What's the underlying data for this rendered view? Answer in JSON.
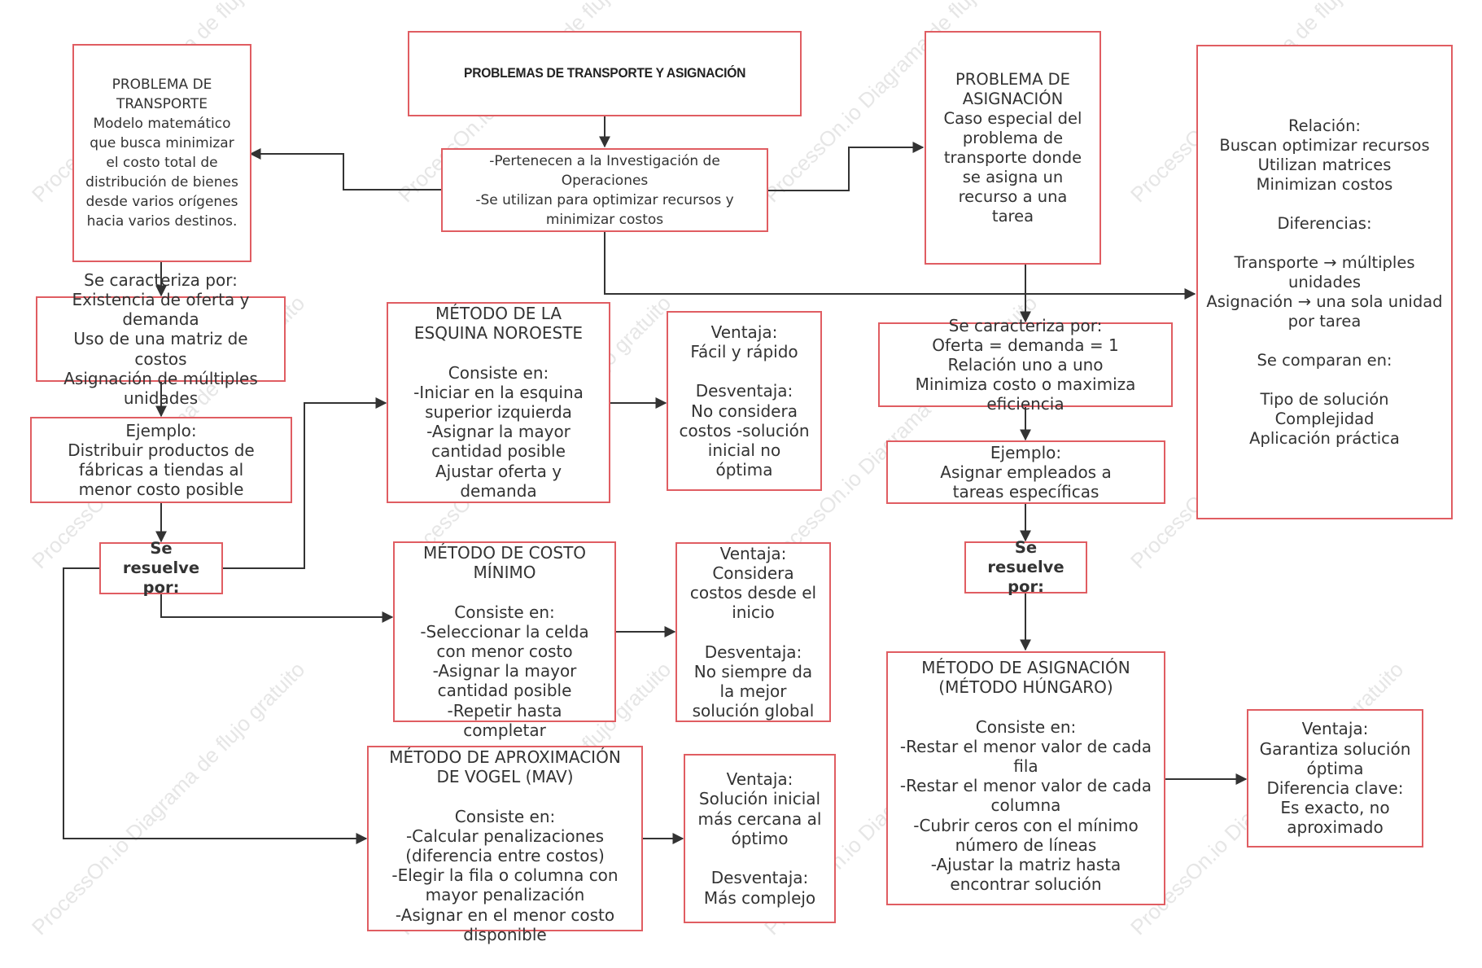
{
  "watermark": "ProcessOn.io Diagrama de flujo gratuito",
  "nodes": {
    "title": "PROBLEMAS DE TRANSPORTE Y ASIGNACIÓN",
    "intro": "-Pertenecen a la Investigación de Operaciones\n-Se utilizan para optimizar recursos y minimizar costos",
    "transport": "PROBLEMA DE TRANSPORTE\nModelo matemático que busca minimizar el costo total de distribución de bienes desde varios orígenes hacia varios destinos.",
    "assignment": "PROBLEMA DE ASIGNACIÓN\nCaso especial del problema de transporte donde se asigna un recurso a una tarea",
    "relation": "Relación:\nBuscan optimizar recursos\nUtilizan matrices\nMinimizan costos\n\nDiferencias:\n\nTransporte → múltiples unidades\nAsignación → una sola unidad por tarea\n\nSe comparan en:\n\nTipo de solución\nComplejidad\nAplicación práctica",
    "transport_traits": "Se caracteriza por:\nExistencia de oferta y demanda\nUso de una matriz de costos\nAsignación de múltiples unidades",
    "transport_example": "Ejemplo:\nDistribuir productos de fábricas a tiendas al menor costo posible",
    "transport_solve": "Se resuelve por:",
    "northwest": "MÉTODO DE LA ESQUINA NOROESTE\n\nConsiste en:\n-Iniciar en la esquina superior izquierda\n-Asignar la mayor cantidad posible\nAjustar oferta y demanda",
    "northwest_pros": "Ventaja:\nFácil y rápido\n\nDesventaja:\nNo considera costos -solución inicial no óptima",
    "mincost": "MÉTODO DE COSTO MÍNIMO\n\nConsiste en:\n-Seleccionar la celda con menor costo\n-Asignar la mayor cantidad posible\n-Repetir hasta completar",
    "mincost_pros": "Ventaja:\nConsidera costos desde el inicio\n\nDesventaja:\nNo siempre da la mejor solución global",
    "vogel": "MÉTODO DE APROXIMACIÓN DE VOGEL (MAV)\n\nConsiste en:\n-Calcular penalizaciones (diferencia entre costos)\n-Elegir la fila o columna con mayor penalización\n-Asignar en el menor costo disponible",
    "vogel_pros": "Ventaja:\nSolución inicial más cercana al óptimo\n\nDesventaja:\nMás complejo",
    "assign_traits": "Se caracteriza por:\nOferta = demanda = 1\nRelación uno a uno\nMinimiza costo o maximiza eficiencia",
    "assign_example": "Ejemplo:\nAsignar empleados a tareas específicas",
    "assign_solve": "Se resuelve por:",
    "hungarian": "MÉTODO DE ASIGNACIÓN (MÉTODO HÚNGARO)\n\nConsiste en:\n-Restar el menor valor de cada fila\n-Restar el menor valor de cada columna\n-Cubrir ceros con el mínimo número de líneas\n-Ajustar la matriz hasta encontrar solución",
    "hungarian_pros": "Ventaja:\nGarantiza solución óptima\nDiferencia clave:\nEs exacto, no aproximado"
  },
  "colors": {
    "border": "#e05d62",
    "line": "#333333",
    "watermark": "#e6e6e6"
  }
}
